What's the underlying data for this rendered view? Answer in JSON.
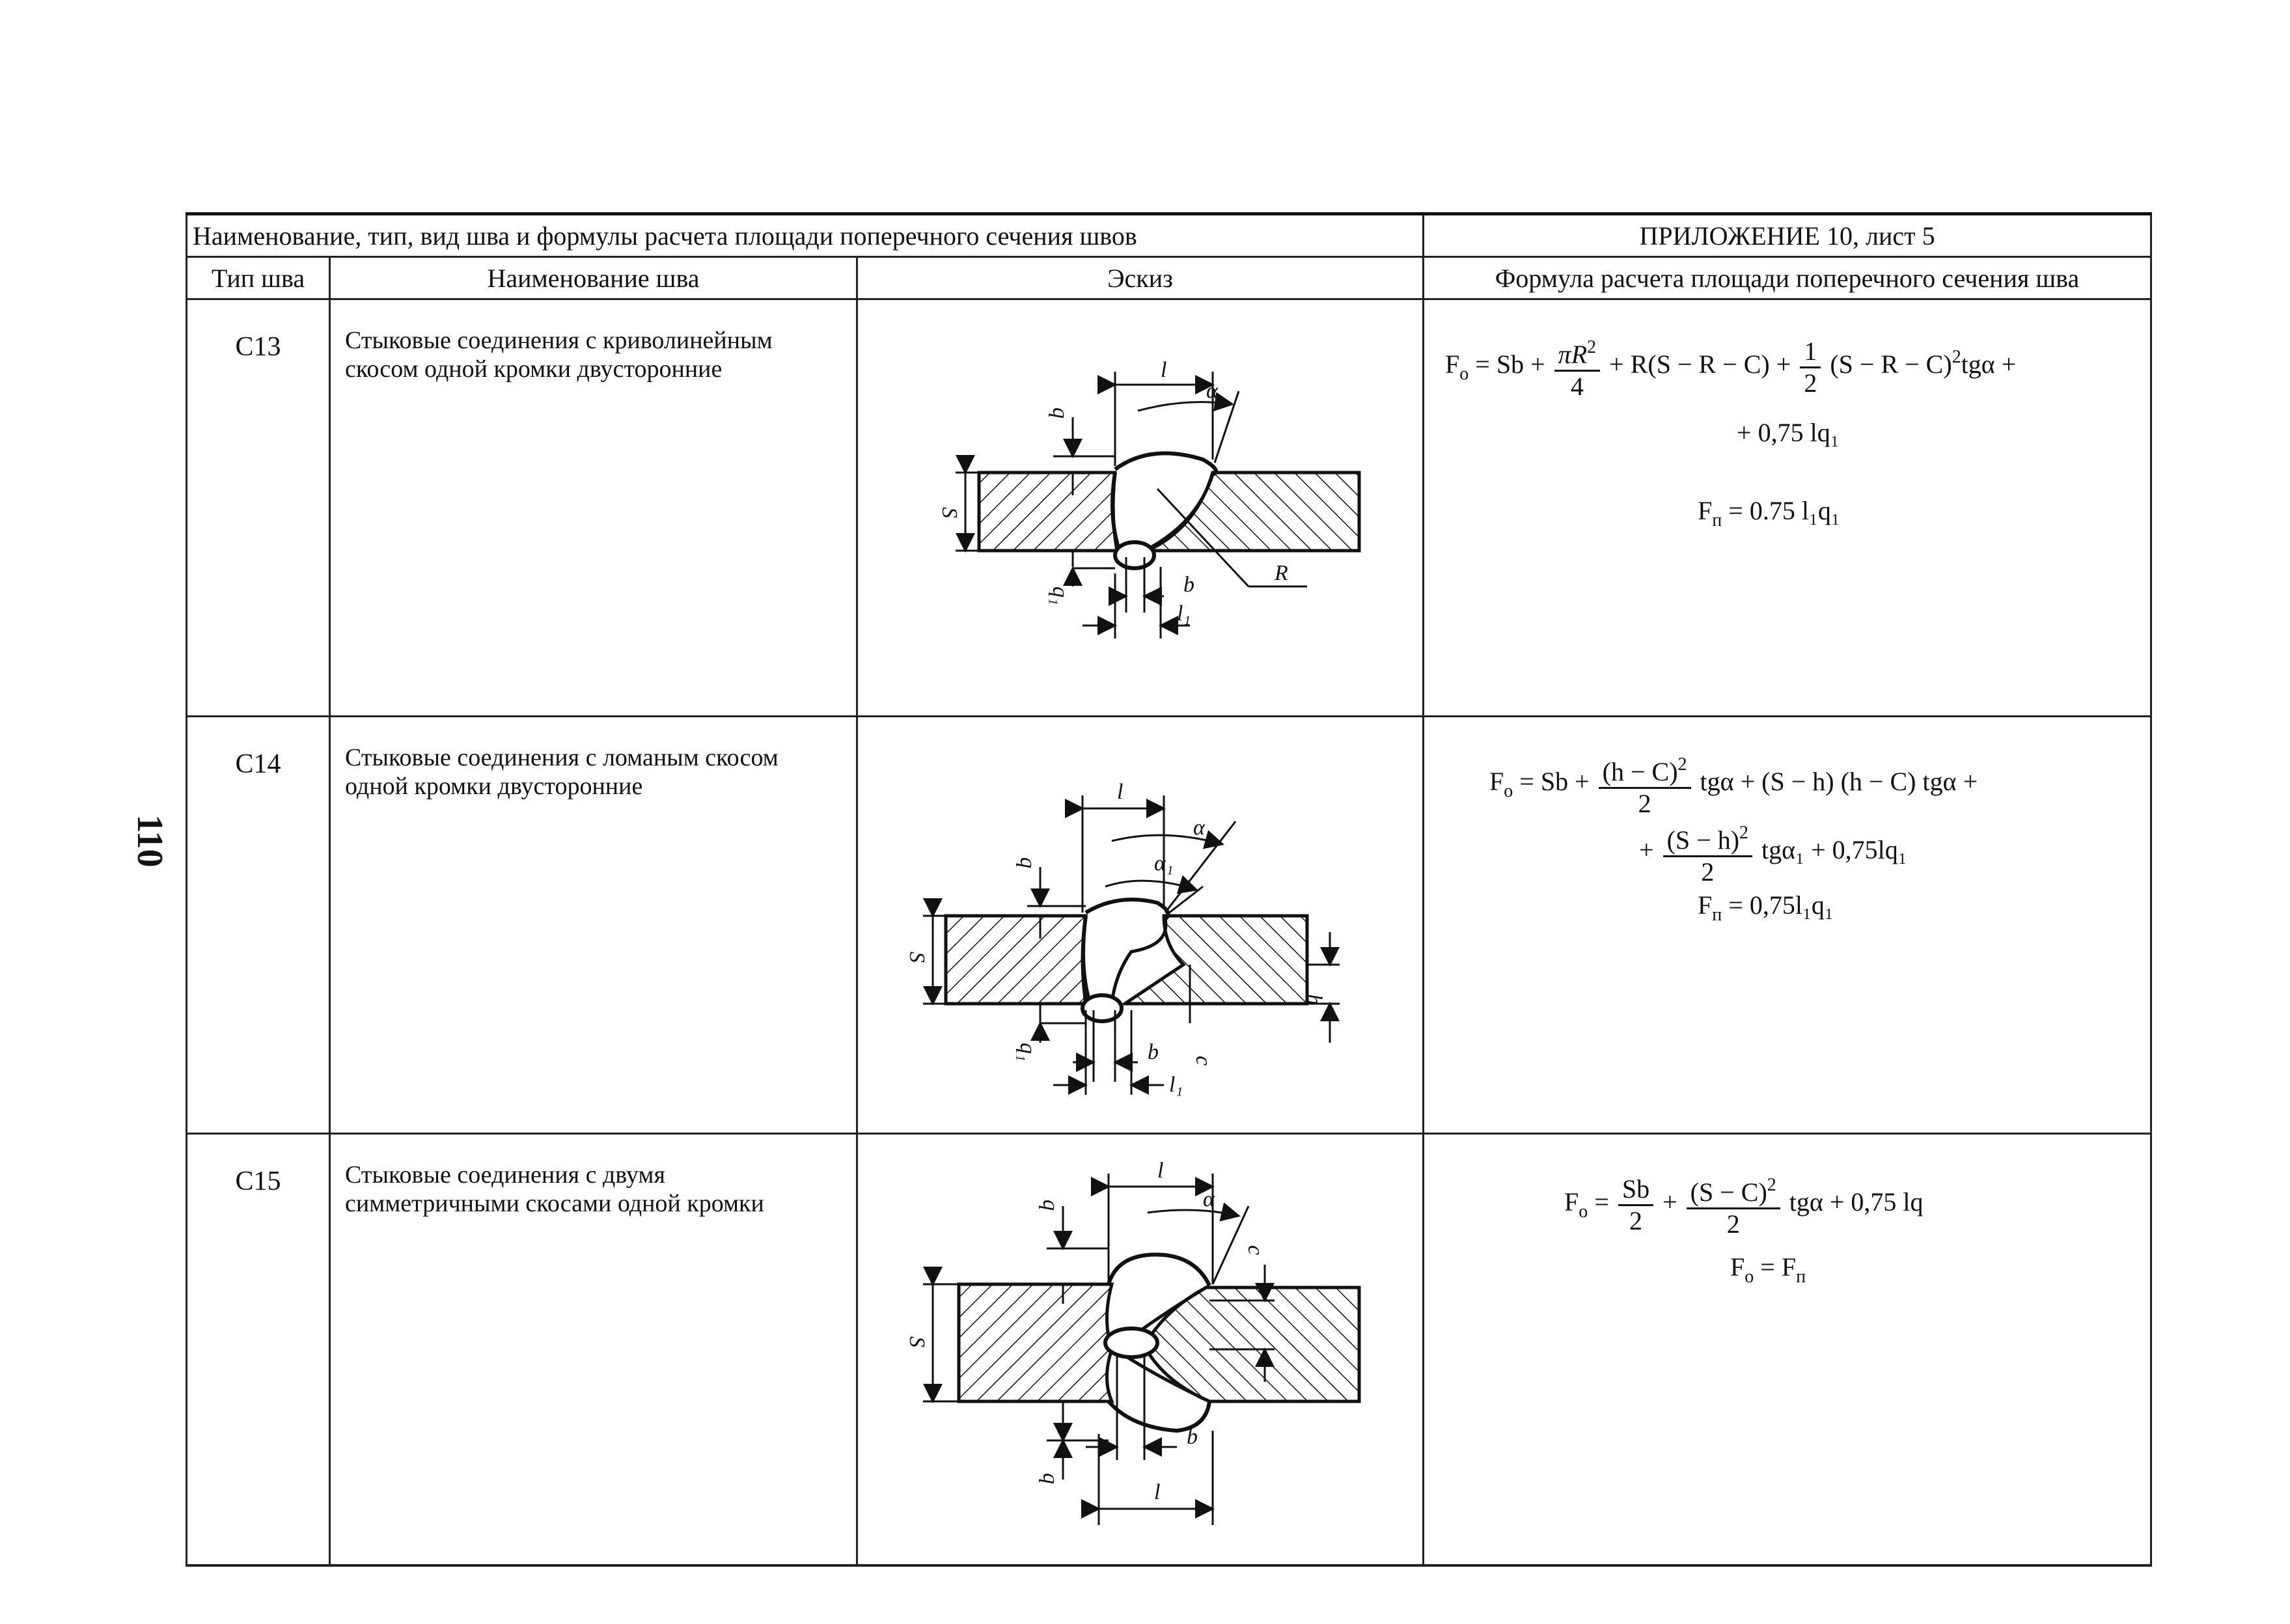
{
  "page_number": "110",
  "header": {
    "title": "Наименование, тип, вид шва и формулы расчета площади поперечного сечения швов",
    "appendix": "ПРИЛОЖЕНИЕ 10, лист 5"
  },
  "columns": {
    "type": "Тип шва",
    "name": "Наименование шва",
    "sketch": "Эскиз",
    "formula": "Формула расчета площади поперечного сечения шва"
  },
  "rows": [
    {
      "type": "С13",
      "name": "Стыковые соединения с криволинейным скосом одной кромки двусторонние",
      "labels": {
        "l": "l",
        "alpha": "α",
        "q": "q",
        "S": "S",
        "q1": "q₁",
        "b": "b",
        "R": "R",
        "l1": "l₁"
      },
      "formula": {
        "fo": "F",
        "fo_sub": "o",
        "eq": "= Sb +",
        "pr2": "πR",
        "pow2": "2",
        "four": "4",
        "mid": "+ R(S − R − C) +",
        "one": "1",
        "two": "2",
        "tail": "(S − R − C)",
        "tg": "tgα +",
        "line2": "+ 0,75 lq₁",
        "fp": "F",
        "fp_sub": "п",
        "fp_eq": "= 0.75 l₁q₁"
      }
    },
    {
      "type": "С14",
      "name": "Стыковые соединения с ломаным скосом одной кромки двусторонние",
      "labels": {
        "l": "l",
        "alpha": "α",
        "alpha1": "α₁",
        "q": "q",
        "S": "S",
        "h": "h",
        "q1": "q₁",
        "b": "b",
        "c": "c",
        "l1": "l₁"
      },
      "formula": {
        "fo": "F",
        "fo_sub": "o",
        "eq": "= Sb +",
        "hc": "(h − C)",
        "pow2": "2",
        "two": "2",
        "mid": "tgα + (S − h) (h − C) tgα +",
        "plus": "+",
        "sh": "(S − h)",
        "tg1": "tgα₁ + 0,75lq₁",
        "fp": "F",
        "fp_sub": "п",
        "fp_eq": "= 0,75l₁q₁"
      }
    },
    {
      "type": "С15",
      "name": "Стыковые соединения с двумя симметричными скосами одной кромки",
      "labels": {
        "l": "l",
        "alpha": "α",
        "q": "q",
        "S": "S",
        "c": "c",
        "b": "b",
        "l_bottom": "l"
      },
      "formula": {
        "fo": "F",
        "fo_sub": "o",
        "eq": "=",
        "sb": "Sb",
        "two": "2",
        "plus": "+",
        "sc": "(S − C)",
        "pow2": "2",
        "tail": "tgα + 0,75 lq",
        "fo2": "F",
        "fo2_sub": "o",
        "eq2": "= F",
        "fp_sub": "п"
      }
    }
  ]
}
